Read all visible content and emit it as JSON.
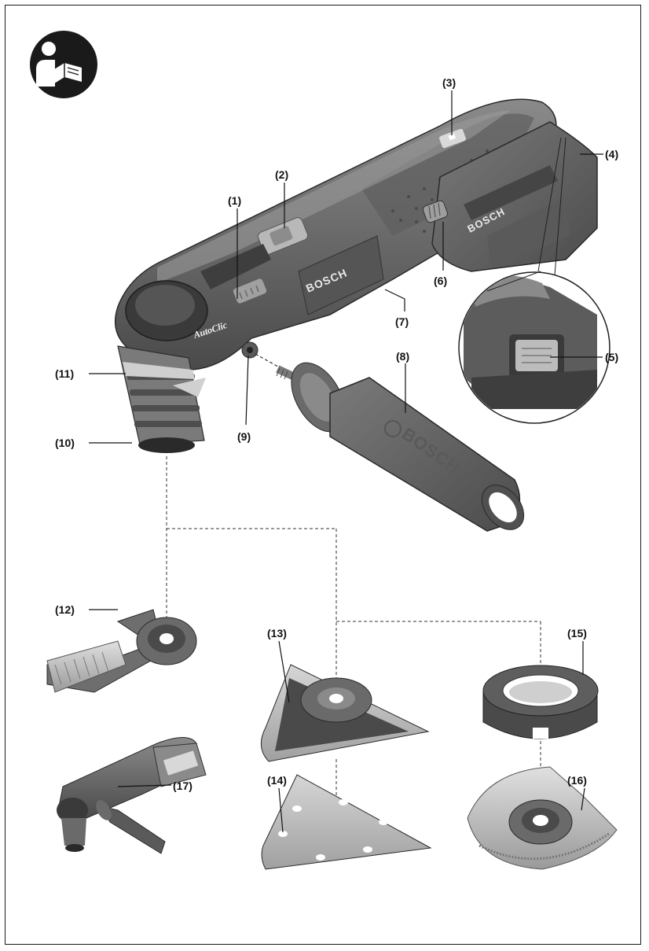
{
  "manual_icon": "read-manual-icon",
  "callouts": {
    "c1": "(1)",
    "c2": "(2)",
    "c3": "(3)",
    "c4": "(4)",
    "c5": "(5)",
    "c6": "(6)",
    "c7": "(7)",
    "c8": "(8)",
    "c9": "(9)",
    "c10": "(10)",
    "c11": "(11)",
    "c12": "(12)",
    "c13": "(13)",
    "c14": "(14)",
    "c15": "(15)",
    "c16": "(16)",
    "c17": "(17)"
  },
  "branding": {
    "brand": "BOSCH",
    "feature": "AutoClic"
  },
  "colors": {
    "tool_body": "#6e6e6e",
    "tool_dark": "#3e3e3e",
    "tool_light": "#a8a8a8",
    "metal": "#bdbdbd",
    "line": "#111111"
  }
}
